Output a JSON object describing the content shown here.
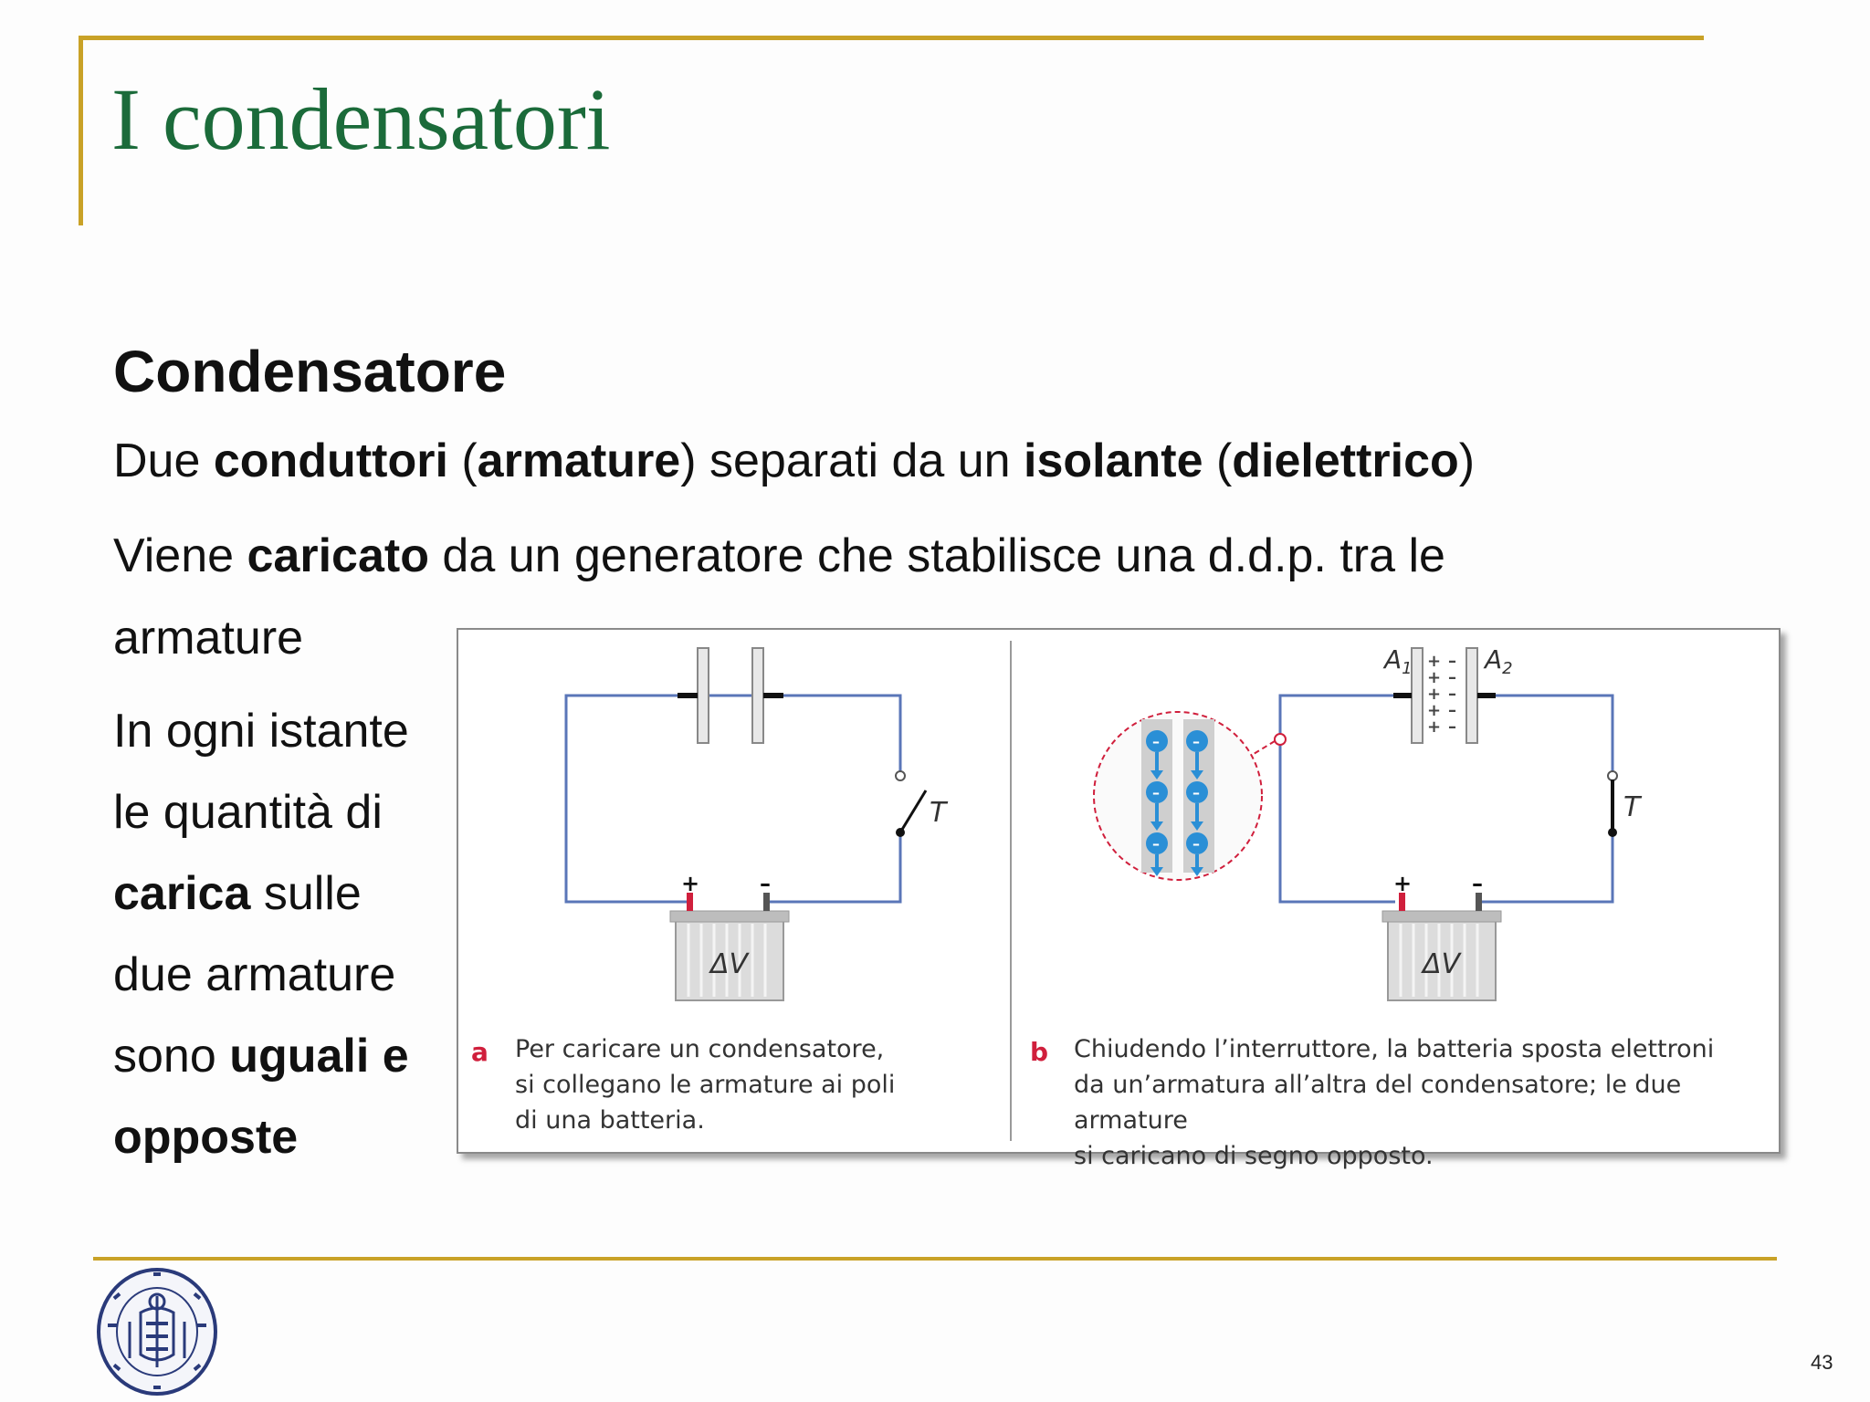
{
  "slide": {
    "title": "I condensatori",
    "heading": "Condensatore",
    "line1": {
      "t1": "Due ",
      "b1": "conduttori",
      "t2": " (",
      "b2": "armature",
      "t3": ") separati da un ",
      "b3": "isolante",
      "t4": " (",
      "b4": "dielettrico",
      "t5": ")"
    },
    "line2": {
      "t1": "Viene ",
      "b1": "caricato",
      "t2": " da un generatore che stabilisce una d.d.p. tra le",
      "t3": "armature"
    },
    "side": {
      "l1": "In ogni istante",
      "l2": "le quantità di",
      "l3b": "carica",
      "l3": " sulle",
      "l4": "due armature",
      "l5": "sono ",
      "l5b": "uguali e",
      "l6b": "opposte"
    },
    "page_number": "43"
  },
  "figure": {
    "panel_a": {
      "letter": "a",
      "caption": [
        "Per caricare un condensatore,",
        "si collegano le armature ai poli",
        "di una batteria."
      ],
      "battery_label": "ΔV",
      "switch_label": "T"
    },
    "panel_b": {
      "letter": "b",
      "caption": [
        "Chiudendo l’interruttore, la batteria sposta elettroni",
        "da un’armatura all’altra del condensatore; le due armature",
        "si caricano di segno opposto."
      ],
      "battery_label": "ΔV",
      "switch_label": "T",
      "plate_left": "A",
      "plate_left_sub": "1",
      "plate_right": "A",
      "plate_right_sub": "2"
    },
    "colors": {
      "wire": "#5a76b8",
      "accent_red": "#d01f3c",
      "electron": "#2a8fd6"
    }
  },
  "logo": {
    "icon": "university-seal-icon"
  }
}
